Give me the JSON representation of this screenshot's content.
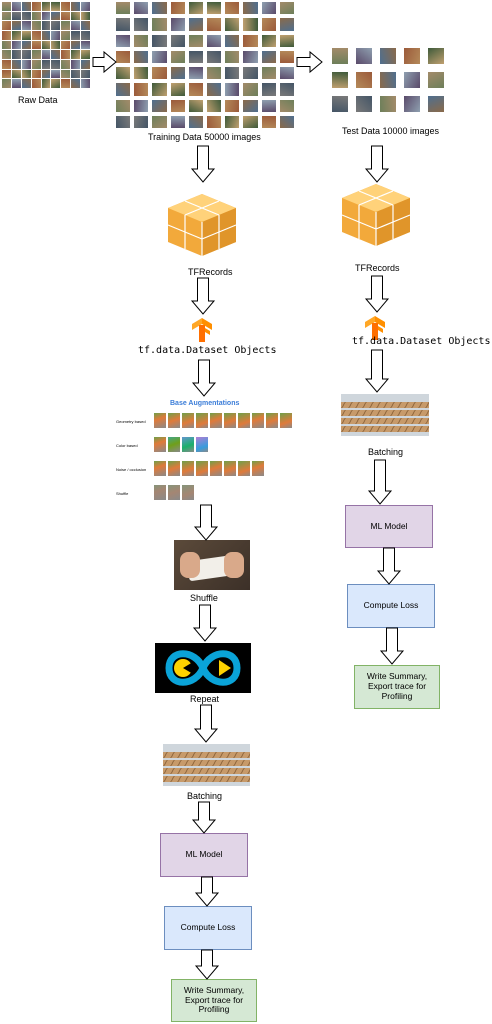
{
  "raw": {
    "label": "Raw Data"
  },
  "train": {
    "title": "Training Data 50000 images",
    "tfrecords_label": "TFRecords",
    "dataset_label": "tf.data.Dataset Objects",
    "augment_title": "Base Augmentations",
    "augment_rows": [
      "Geometry based",
      "Color based",
      "Noise / occlusion",
      "Shuffle"
    ],
    "shuffle_label": "Shuffle",
    "repeat_label": "Repeat",
    "batching_label": "Batching",
    "ml_model": "ML Model",
    "compute_loss": "Compute Loss",
    "summary": "Write Summary, Export trace for Profiling"
  },
  "test": {
    "title": "Test Data 10000 images",
    "tfrecords_label": "TFRecords",
    "dataset_label": "tf.data.Dataset Objects",
    "batching_label": "Batching",
    "ml_model": "ML Model",
    "compute_loss": "Compute Loss",
    "summary": "Write Summary, Export trace for Profiling"
  },
  "colors": {
    "ml_fill": "#e1d5e7",
    "ml_stroke": "#9673a6",
    "loss_fill": "#dae8fc",
    "loss_stroke": "#6c8ebf",
    "sum_fill": "#d5e8d4",
    "sum_stroke": "#82b366",
    "cube": "#f7b84b",
    "tf_orange": "#ff8f00"
  }
}
